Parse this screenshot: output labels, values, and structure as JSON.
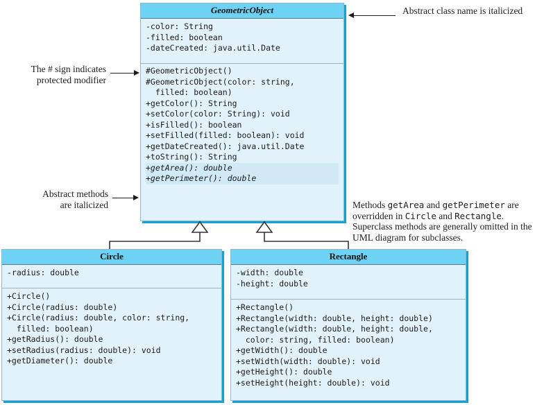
{
  "diagram": {
    "title": "GeometricObject UML class diagram",
    "colors": {
      "header_fill": "#6ed2f5",
      "body_fill": "#e2f2fb",
      "shadow": "#12a2da",
      "border": "#9ab4c2",
      "abstract_highlight": "#cfe9f7",
      "text": "#1c1c1c"
    }
  },
  "classes": {
    "geometric_object": {
      "name": "GeometricObject",
      "is_abstract": true,
      "fields": [
        "-color: String",
        "-filled: boolean",
        "-dateCreated: java.util.Date"
      ],
      "methods": [
        {
          "text": "#GeometricObject()",
          "abstract": false
        },
        {
          "text": "#GeometricObject(color: string,\n  filled: boolean)",
          "abstract": false
        },
        {
          "text": "+getColor(): String",
          "abstract": false
        },
        {
          "text": "+setColor(color: String): void",
          "abstract": false
        },
        {
          "text": "+isFilled(): boolean",
          "abstract": false
        },
        {
          "text": "+setFilled(filled: boolean): void",
          "abstract": false
        },
        {
          "text": "+getDateCreated(): java.util.Date",
          "abstract": false
        },
        {
          "text": "+toString(): String",
          "abstract": false
        },
        {
          "text": "+getArea(): double",
          "abstract": true
        },
        {
          "text": "+getPerimeter(): double",
          "abstract": true
        }
      ]
    },
    "circle": {
      "name": "Circle",
      "is_abstract": false,
      "fields": [
        "-radius: double"
      ],
      "methods": [
        {
          "text": "+Circle()",
          "abstract": false
        },
        {
          "text": "+Circle(radius: double)",
          "abstract": false
        },
        {
          "text": "+Circle(radius: double, color: string,\n  filled: boolean)",
          "abstract": false
        },
        {
          "text": "+getRadius(): double",
          "abstract": false
        },
        {
          "text": "+setRadius(radius: double): void",
          "abstract": false
        },
        {
          "text": "+getDiameter(): double",
          "abstract": false
        }
      ]
    },
    "rectangle": {
      "name": "Rectangle",
      "is_abstract": false,
      "fields": [
        "-width: double",
        "-height: double"
      ],
      "methods": [
        {
          "text": "+Rectangle()",
          "abstract": false
        },
        {
          "text": "+Rectangle(width: double, height: double)",
          "abstract": false
        },
        {
          "text": "+Rectangle(width: double, height: double,\n  color: string, filled: boolean)",
          "abstract": false
        },
        {
          "text": "+getWidth(): double",
          "abstract": false
        },
        {
          "text": "+setWidth(width: double): void",
          "abstract": false
        },
        {
          "text": "+getHeight(): double",
          "abstract": false
        },
        {
          "text": "+setHeight(height: double): void",
          "abstract": false
        }
      ]
    }
  },
  "annotations": {
    "protected_modifier": "The # sign indicates\nprotected modifier",
    "abstract_methods": "Abstract methods\nare italicized",
    "abstract_class_name": "Abstract class name is italicized",
    "overridden_note_part1": "Methods ",
    "overridden_note_mono1": "getArea",
    "overridden_note_part2": " and ",
    "overridden_note_mono2": "getPerimeter",
    "overridden_note_part3": " are overridden in ",
    "overridden_note_mono3": "Circle",
    "overridden_note_part4": " and ",
    "overridden_note_mono4": "Rectangle",
    "overridden_note_part5": ". Superclass methods are generally omitted in the UML diagram for subclasses."
  }
}
